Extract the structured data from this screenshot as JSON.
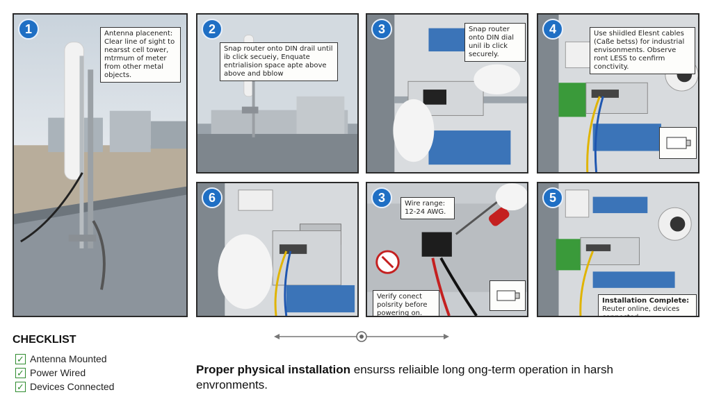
{
  "panels": [
    {
      "id": "p1",
      "badge": "1",
      "callout": "Antenna placenent: Clear line of sight to nearsst cell tower, mtrmum of meter from other metal objects."
    },
    {
      "id": "p2",
      "badge": "2",
      "callout": "Snap router onto DIN drail until ib click secueiy, Enquate entrialision space apte above above and bblow"
    },
    {
      "id": "p3",
      "badge": "3",
      "callout": "Snap router onto DIN dial unil ib click securely."
    },
    {
      "id": "p4",
      "badge": "4",
      "callout": "Use shiidled Elesnt cables (Caße betss) for industrial envisonments. Observe ront LESS to cenfirm conctivity."
    },
    {
      "id": "p6",
      "badge": "6",
      "callout": ""
    },
    {
      "id": "p7",
      "badge": "3",
      "callout_top": "Wire range: 12-24 AWG.",
      "callout_bottom": "Verify conect polsrity before powering on."
    },
    {
      "id": "p8",
      "badge": "5",
      "callout_title": "Installation Complete:",
      "callout_body": "Reuter online, devices connected"
    }
  ],
  "checklist": {
    "title": "CHECKLIST",
    "items": [
      "Antenna Mounted",
      "Power Wired",
      "Devices Connected"
    ],
    "check_glyph": "✓"
  },
  "caption": {
    "bold": "Proper physical installation",
    "rest": " ensurss reliaible long ong-term operation in harsh envronments."
  },
  "colors": {
    "badge": "#1f6fc4",
    "check": "#2e8b2e"
  }
}
